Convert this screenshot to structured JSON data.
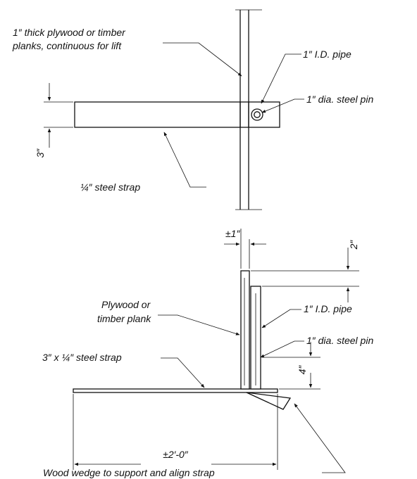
{
  "plan_view": {
    "plank_label_line1": "1″ thick plywood or timber",
    "plank_label_line2": "planks, continuous for lift",
    "pipe_label": "1″ I.D. pipe",
    "pin_label": "1″ dia. steel pin",
    "strap_label": "¼″ steel strap",
    "strap_width_dim": "3″"
  },
  "elevation_view": {
    "offset_dim": "±1″",
    "top_dim": "2″",
    "plank_label_line1": "Plywood or",
    "plank_label_line2": "timber plank",
    "pipe_label": "1″ I.D. pipe",
    "pin_label": "1″ dia. steel pin",
    "strap_label": "3″ x ¼″ steel strap",
    "height_dim": "4″",
    "length_dim": "±2′-0″",
    "wedge_label": "Wood wedge to support and align strap"
  }
}
